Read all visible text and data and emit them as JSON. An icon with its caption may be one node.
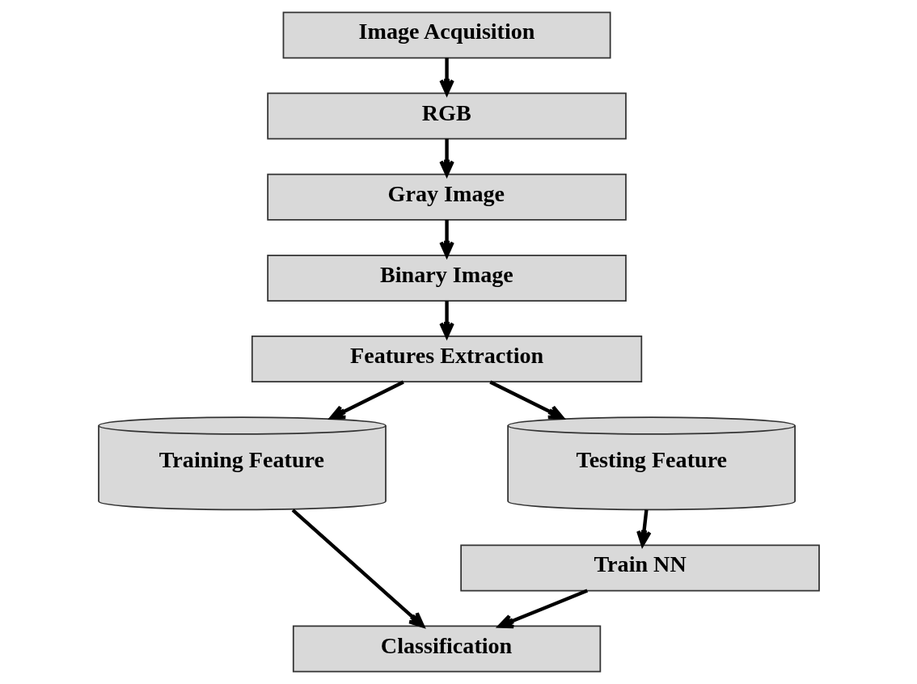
{
  "diagram": {
    "nodes": [
      {
        "text": [
          "Image Acquisition"
        ]
      },
      {
        "text": [
          "RGB"
        ]
      },
      {
        "text": [
          "Gray Image"
        ]
      },
      {
        "text": [
          "Binary Image"
        ]
      },
      {
        "text": [
          "Features Extraction"
        ]
      },
      {
        "text": [
          "Training Feature"
        ]
      },
      {
        "text": [
          "Testing Feature"
        ]
      },
      {
        "text": [
          "Train NN"
        ]
      },
      {
        "text": [
          "Classification"
        ]
      }
    ],
    "edges": [
      {
        "from": 0,
        "to": 1,
        "arrow": "to"
      },
      {
        "from": 1,
        "to": 2,
        "arrow": "to"
      },
      {
        "from": 2,
        "to": 3,
        "arrow": "to"
      },
      {
        "from": 3,
        "to": 4,
        "arrow": "to"
      },
      {
        "from": 4,
        "to": 5,
        "arrow": "to"
      },
      {
        "from": 4,
        "to": 6,
        "arrow": "to"
      },
      {
        "from": 6,
        "to": 7,
        "arrow": "to"
      },
      {
        "from": 7,
        "to": 8,
        "arrow": "to"
      },
      {
        "from": 5,
        "to": 8,
        "arrow": "to"
      }
    ]
  }
}
